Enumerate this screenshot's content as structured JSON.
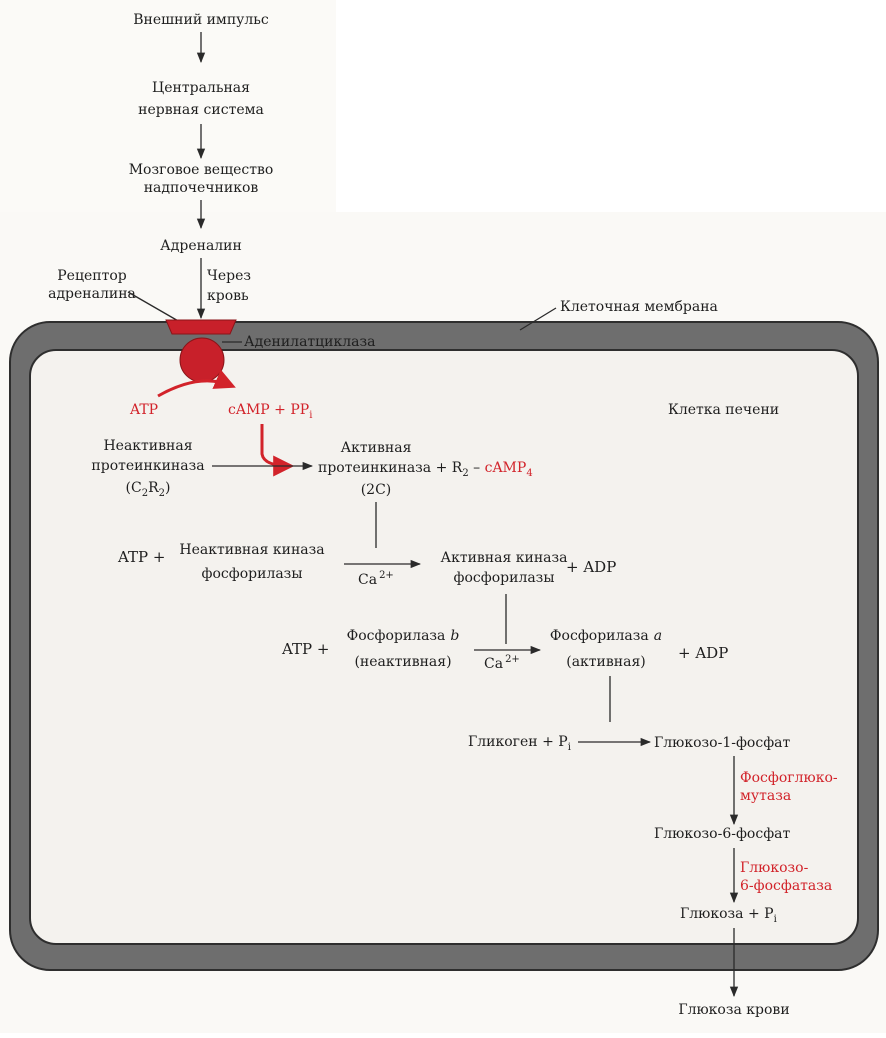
{
  "colors": {
    "membrane": "#6e6e6e",
    "membrane_edge": "#2e2e2e",
    "cell_bg": "#f4f2ee",
    "highlight_red": "#d2232a",
    "receptor_red": "#c8202a",
    "text": "#1e1e1e"
  },
  "top": {
    "external_impulse": "Внешний импульс",
    "cns_line1": "Центральная",
    "cns_line2": "нервная система",
    "medulla_line1": "Мозговое вещество",
    "medulla_line2": "надпочечников",
    "adrenaline": "Адреналин",
    "via_blood_line1": "Через",
    "via_blood_line2": "кровь",
    "receptor_line1": "Рецептор",
    "receptor_line2": "адреналина",
    "adenylate_cyclase": "Аденилатциклаза",
    "cell_membrane": "Клеточная мембрана"
  },
  "cell": {
    "liver_cell": "Клетка печени",
    "atp_red": "ATP",
    "camp_ppi": "cAMP + PP",
    "camp_ppi_sub": "i",
    "inactive_pk_line1": "Неактивная",
    "inactive_pk_line2": "протеинкиназа",
    "inactive_pk_formula": "(C",
    "inactive_pk_formula_sub1": "2",
    "inactive_pk_formula_mid": "R",
    "inactive_pk_formula_sub2": "2",
    "inactive_pk_formula_end": ")",
    "active_pk_line1": "Активная",
    "active_pk_line2": "протеинкиназа + R",
    "active_pk_r_sub": "2",
    "active_pk_dash": " – ",
    "camp4": "cAMP",
    "camp4_sub": "4",
    "active_pk_formula": "(2C)",
    "atp_plus_1": "ATP +",
    "inactive_kinase_line1": "Неактивная киназа",
    "inactive_kinase_line2": "фосфорилазы",
    "ca_label_1": "Ca",
    "ca_sup_1": "2+",
    "active_kinase_line1": "Активная киназа",
    "active_kinase_line2": "фосфорилазы",
    "adp_1": "+ ADP",
    "atp_plus_2": "ATP +",
    "phosphorylase_b_line1": "Фосфорилаза",
    "phosphorylase_b_letter": "b",
    "phosphorylase_b_line2": "(неактивная)",
    "ca_label_2": "Ca",
    "ca_sup_2": "2+",
    "phosphorylase_a_line1": "Фосфорилаза",
    "phosphorylase_a_letter": "a",
    "phosphorylase_a_line2": "(активная)",
    "adp_2": "+ ADP",
    "glycogen": "Гликоген + P",
    "glycogen_sub": "i",
    "g1p": "Глюкозо-1-фосфат",
    "phosphoglucomutase_line1": "Фосфоглюко-",
    "phosphoglucomutase_line2": "мутаза",
    "g6p": "Глюкозо-6-фосфат",
    "g6pase_line1": "Глюкозо-",
    "g6pase_line2": "6-фосфатаза",
    "glucose": "Глюкоза + P",
    "glucose_sub": "i"
  },
  "bottom": {
    "blood_glucose": "Глюкоза крови"
  }
}
